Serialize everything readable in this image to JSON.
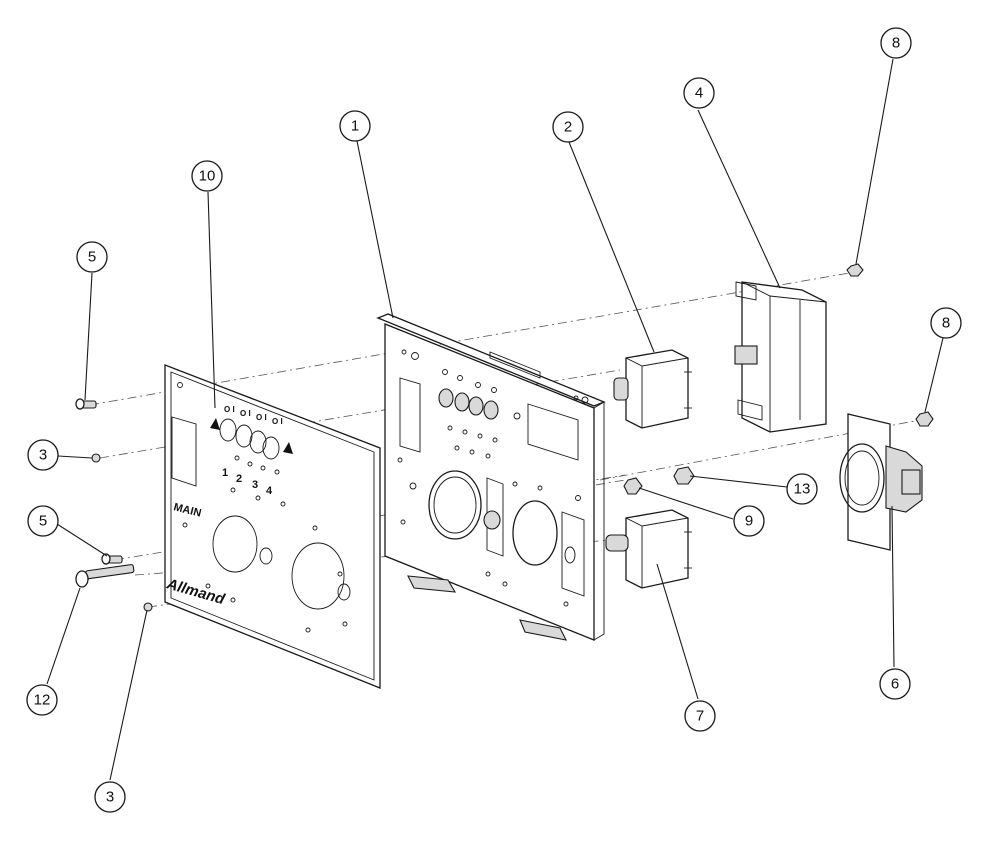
{
  "callouts": [
    {
      "id": "c1",
      "label": "1"
    },
    {
      "id": "c2",
      "label": "2"
    },
    {
      "id": "c3a",
      "label": "3"
    },
    {
      "id": "c3b",
      "label": "3"
    },
    {
      "id": "c4",
      "label": "4"
    },
    {
      "id": "c5a",
      "label": "5"
    },
    {
      "id": "c5b",
      "label": "5"
    },
    {
      "id": "c6",
      "label": "6"
    },
    {
      "id": "c7",
      "label": "7"
    },
    {
      "id": "c8a",
      "label": "8"
    },
    {
      "id": "c8b",
      "label": "8"
    },
    {
      "id": "c9",
      "label": "9"
    },
    {
      "id": "c10",
      "label": "10"
    },
    {
      "id": "c12",
      "label": "12"
    },
    {
      "id": "c13",
      "label": "13"
    }
  ],
  "decal": {
    "main_label": "MAIN",
    "brand": "Allmand",
    "breaker_numbers": [
      "1",
      "2",
      "3",
      "4"
    ],
    "switch_marks": [
      "O I",
      "O I",
      "O I",
      "O I"
    ]
  }
}
